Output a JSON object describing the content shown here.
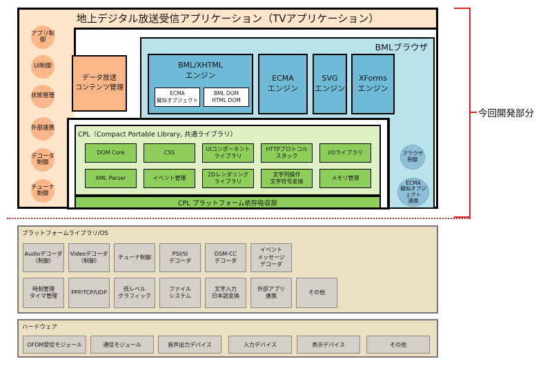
{
  "application": {
    "title": "地上デジタル放送受信アプリケーション（TVアプリケーション）",
    "left_circles": [
      "アプリ制御",
      "UI制御",
      "状態管理",
      "外部連携",
      "デコーダ制御",
      "チューナ制御"
    ],
    "data_box": [
      "データ放送",
      "コンテンツ管理"
    ]
  },
  "bml": {
    "title": "BMLブラウザ",
    "engines": {
      "bml_xhtml": [
        "BML/XHTML",
        "エンジン"
      ],
      "ecma_obj": [
        "ECMA",
        "擬似オブジェクト"
      ],
      "bml_dom": [
        "BML DOM",
        "HTML DOM"
      ],
      "ecma": [
        "ECMA",
        "エンジン"
      ],
      "svg": [
        "SVG",
        "エンジン"
      ],
      "xforms": [
        "XForms",
        "エンジン"
      ]
    },
    "circles": {
      "browser_control": "ブラウザ制御",
      "ecma_link": [
        "ECMA",
        "擬似オブジェクト",
        "連携"
      ]
    }
  },
  "cpl": {
    "title": "CPL（Compact Portable Library, 共通ライブラリ）",
    "modules_row1": [
      [
        "DOM Core"
      ],
      [
        "CSS"
      ],
      [
        "UIコンポーネント",
        "ライブラリ"
      ],
      [
        "HTTPプロトコル",
        "スタック"
      ],
      [
        "I/Oライブラリ"
      ]
    ],
    "modules_row2": [
      [
        "XML Parser"
      ],
      [
        "イベント管理"
      ],
      [
        "2Dレンダリング",
        "ライブラリ"
      ],
      [
        "文字列操作",
        "文字符号変換"
      ],
      [
        "メモリ管理"
      ]
    ],
    "bottom": "CPL プラットフォーム依存吸収部"
  },
  "annotation": {
    "development_scope": "今回開発部分"
  },
  "platform": {
    "title": "プラットフォームライブラリ/OS",
    "row1": [
      [
        "Audioデコーダ",
        "（制御）"
      ],
      [
        "Videoデコーダ",
        "（制御）"
      ],
      [
        "チューナ制御"
      ],
      [
        "PSI/SI",
        "デコーダ"
      ],
      [
        "DSM-CC",
        "デコーダ"
      ],
      [
        "イベント",
        "メッセージ",
        "デコーダ"
      ]
    ],
    "row2": [
      [
        "時刻管理",
        "タイマ管理"
      ],
      [
        "PPP/TCP/UDP"
      ],
      [
        "低レベル",
        "グラフィック"
      ],
      [
        "ファイル",
        "システム"
      ],
      [
        "文字入力",
        "日本語変換"
      ],
      [
        "外部アプリ",
        "連携"
      ],
      [
        "その他"
      ]
    ]
  },
  "hardware": {
    "title": "ハードウェア",
    "modules": [
      "OFDM受信モジュール",
      "通信モジュール",
      "音声出力デバイス",
      "入力デバイス",
      "表示デバイス",
      "その他"
    ]
  },
  "colors": {
    "application_bg": "#fde5c9",
    "orange_module": "#fbb68a",
    "bml_bg": "#b8e3eb",
    "engine_blue": "#6fbad6",
    "cpl_bg": "#dff1c3",
    "cpl_green": "#8ecf5c",
    "platform_bg": "#ece0c2",
    "gray_module": "#d4cfc8",
    "scope_red": "#e02020"
  }
}
